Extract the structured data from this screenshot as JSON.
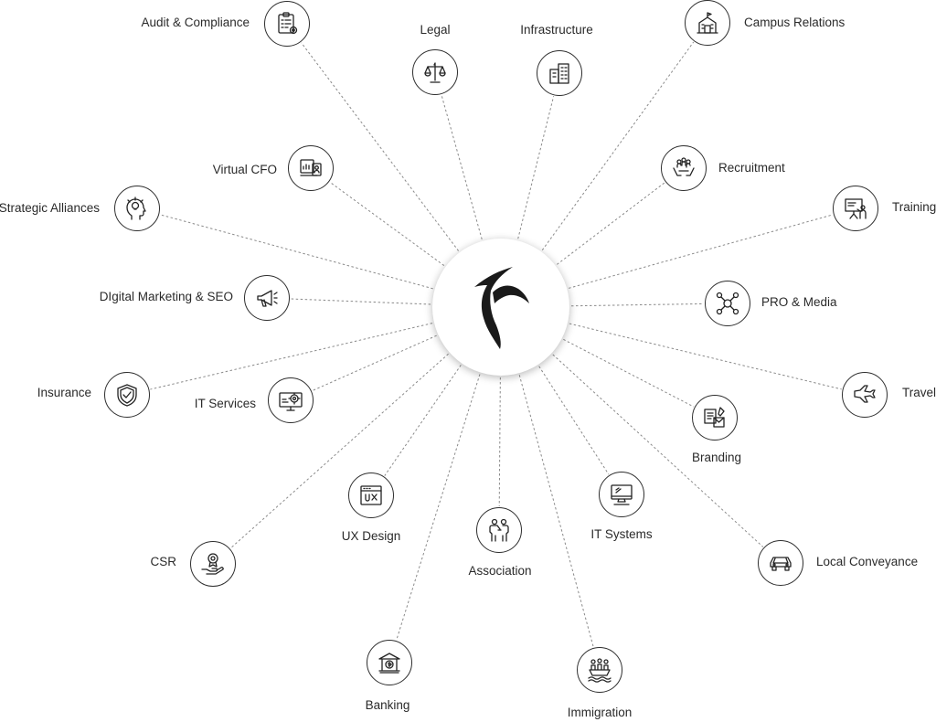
{
  "center": {
    "logo": "swift-bird-logo"
  },
  "nodes": [
    {
      "label": "Audit & Compliance",
      "icon": "clipboard-checklist-icon"
    },
    {
      "label": "Legal",
      "icon": "scales-icon"
    },
    {
      "label": "Infrastructure",
      "icon": "building-icon"
    },
    {
      "label": "Campus Relations",
      "icon": "school-icon"
    },
    {
      "label": "Virtual CFO",
      "icon": "finance-screen-icon"
    },
    {
      "label": "Recruitment",
      "icon": "people-hands-icon"
    },
    {
      "label": "Strategic Alliances",
      "icon": "head-idea-icon"
    },
    {
      "label": "Training",
      "icon": "presentation-board-icon"
    },
    {
      "label": "DIgital Marketing & SEO",
      "icon": "megaphone-icon"
    },
    {
      "label": "PRO & Media",
      "icon": "network-icon"
    },
    {
      "label": "Insurance",
      "icon": "shield-icon"
    },
    {
      "label": "IT Services",
      "icon": "monitor-gear-icon"
    },
    {
      "label": "Travel",
      "icon": "airplane-icon"
    },
    {
      "label": "Branding",
      "icon": "brand-collateral-icon"
    },
    {
      "label": "UX Design",
      "icon": "ux-window-icon"
    },
    {
      "label": "IT Systems",
      "icon": "computer-icon"
    },
    {
      "label": "Association",
      "icon": "handshake-people-icon"
    },
    {
      "label": "CSR",
      "icon": "hand-award-icon"
    },
    {
      "label": "Local Conveyance",
      "icon": "car-icon"
    },
    {
      "label": "Banking",
      "icon": "bank-icon"
    },
    {
      "label": "Immigration",
      "icon": "ship-people-icon"
    }
  ]
}
